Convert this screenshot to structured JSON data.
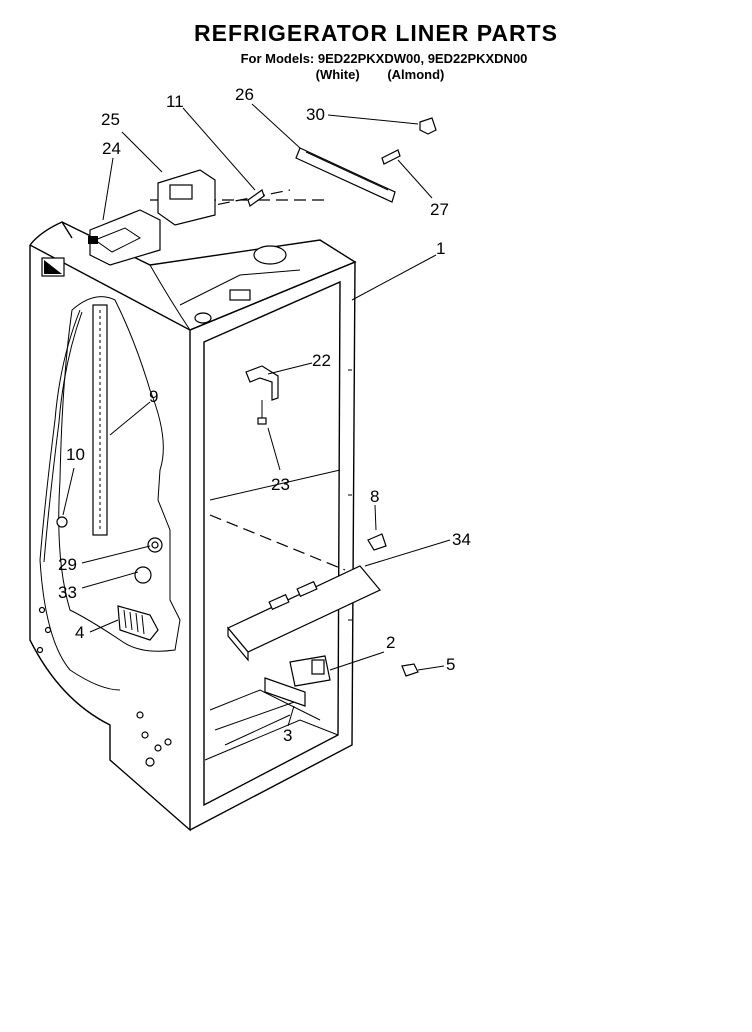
{
  "title": "REFRIGERATOR LINER PARTS",
  "models_line": "For Models: 9ED22PKXDW00, 9ED22PKXDN00",
  "variants": [
    "(White)",
    "(Almond)"
  ],
  "callouts": [
    "1",
    "2",
    "3",
    "4",
    "5",
    "8",
    "9",
    "10",
    "11",
    "22",
    "23",
    "24",
    "25",
    "26",
    "27",
    "29",
    "30",
    "33",
    "34"
  ]
}
